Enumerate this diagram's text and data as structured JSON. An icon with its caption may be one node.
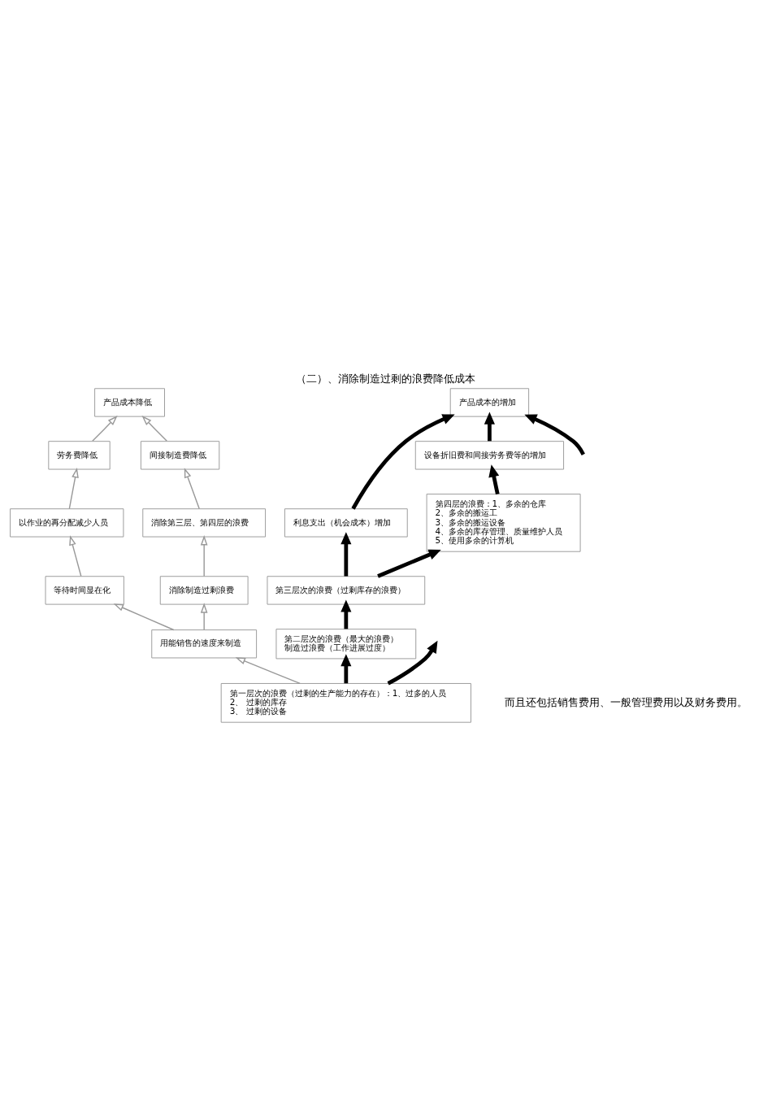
{
  "diagram": {
    "title": "（二）、消除制造过剩的浪费降低成本",
    "nodes": [
      {
        "text": [
          "产品成本降低"
        ]
      },
      {
        "text": [
          "劳务费降低"
        ]
      },
      {
        "text": [
          "间接制造费降低"
        ]
      },
      {
        "text": [
          "以作业的再分配减少人员"
        ]
      },
      {
        "text": [
          "消除第三层、第四层的浪费"
        ]
      },
      {
        "text": [
          "等待时间显在化"
        ]
      },
      {
        "text": [
          "消除制造过剩浪费"
        ]
      },
      {
        "text": [
          "用能销售的速度来制造"
        ]
      },
      {
        "text": [
          "第一层次的浪费（过剩的生产能力的存在）：1、过多的人员",
          "2、 过剩的库存",
          "3、 过剩的设备"
        ]
      },
      {
        "text": [
          "第二层次的浪费（最大的浪费）",
          "制造过浪费（工作进展过度）"
        ]
      },
      {
        "text": [
          "第三层次的浪费（过剩库存的浪费）"
        ]
      },
      {
        "text": [
          "利息支出（机会成本）增加"
        ]
      },
      {
        "text": [
          "第四层的浪费：1、多余的仓库",
          "2、多余的搬运工",
          "3、多余的搬运设备",
          "4、多余的库存管理、质量维护人员",
          "5、使用多余的计算机"
        ]
      },
      {
        "text": [
          "设备折旧费和间接劳务费等的增加"
        ]
      },
      {
        "text": [
          "产品成本的增加"
        ]
      }
    ],
    "edges": [
      {
        "from": 1,
        "to": 0,
        "arrow": "to"
      },
      {
        "from": 2,
        "to": 0,
        "arrow": "to"
      },
      {
        "from": 3,
        "to": 1,
        "arrow": "to"
      },
      {
        "from": 4,
        "to": 2,
        "arrow": "to"
      },
      {
        "from": 5,
        "to": 3,
        "arrow": "to"
      },
      {
        "from": 6,
        "to": 4,
        "arrow": "to"
      },
      {
        "from": 7,
        "to": 5,
        "arrow": "to"
      },
      {
        "from": 7,
        "to": 6,
        "arrow": "to"
      },
      {
        "from": 8,
        "to": 7,
        "arrow": "to"
      },
      {
        "from": 8,
        "to": 9,
        "arrow": "to",
        "style": "thick",
        "color": "#000000"
      },
      {
        "from": 9,
        "to": 10,
        "arrow": "to",
        "style": "thick",
        "color": "#000000"
      },
      {
        "from": 10,
        "to": 12,
        "arrow": "to",
        "style": "thick",
        "color": "#000000"
      },
      {
        "from": 12,
        "to": 13,
        "arrow": "to",
        "style": "thick",
        "color": "#000000"
      },
      {
        "from": 13,
        "to": 14,
        "arrow": "to",
        "style": "thick",
        "color": "#000000"
      },
      {
        "from": 10,
        "to": 11,
        "arrow": "to",
        "style": "thick",
        "color": "#000000"
      },
      {
        "from": 11,
        "to": 14,
        "arrow": "to",
        "style": "thick",
        "color": "#000000"
      },
      {
        "from": 8,
        "to": null,
        "arrow": "to",
        "style": "thick",
        "color": "#000000"
      },
      {
        "from": null,
        "to": 14,
        "arrow": "to",
        "style": "thick",
        "color": "#000000"
      }
    ],
    "labels": [
      "而且还包括销售费用、一般管理费用以及财务费用。"
    ]
  }
}
